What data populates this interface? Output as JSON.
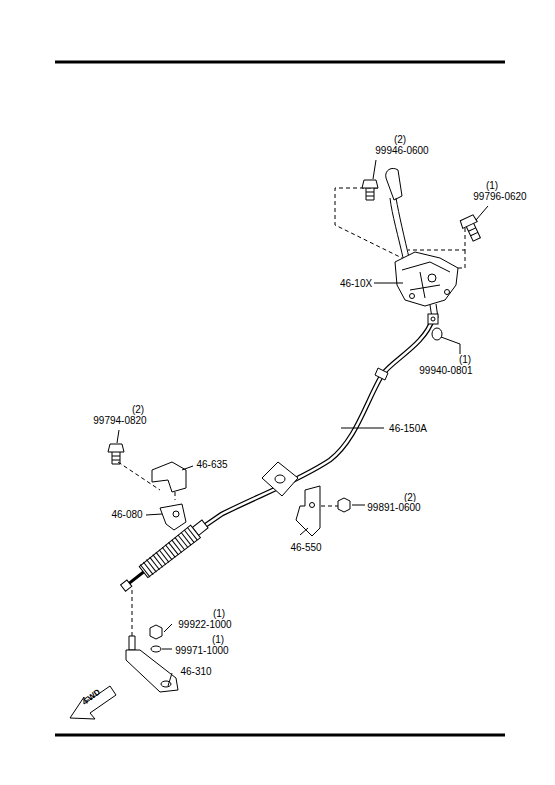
{
  "diagram": {
    "labels": [
      "(2)",
      "99946-0600",
      "(1)",
      "99796-0620",
      "46-10X",
      "(1)",
      "99940-0801",
      "46-150A",
      "(2)",
      "99794-0820",
      "46-635",
      "46-080",
      "(2)",
      "99891-0600",
      "46-550",
      "(1)",
      "99922-1000",
      "(1)",
      "99971-1000",
      "46-310",
      "FWD"
    ]
  }
}
